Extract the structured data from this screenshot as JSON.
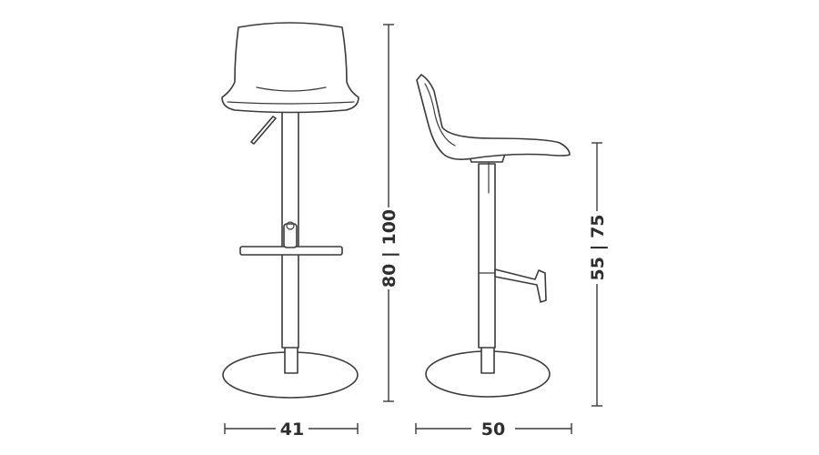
{
  "dimensions": {
    "front_width": "41",
    "side_depth": "50",
    "overall_height": "80 | 100",
    "seat_height": "55 | 75"
  },
  "colors": {
    "line": "#3a3a3a",
    "background": "#ffffff"
  }
}
